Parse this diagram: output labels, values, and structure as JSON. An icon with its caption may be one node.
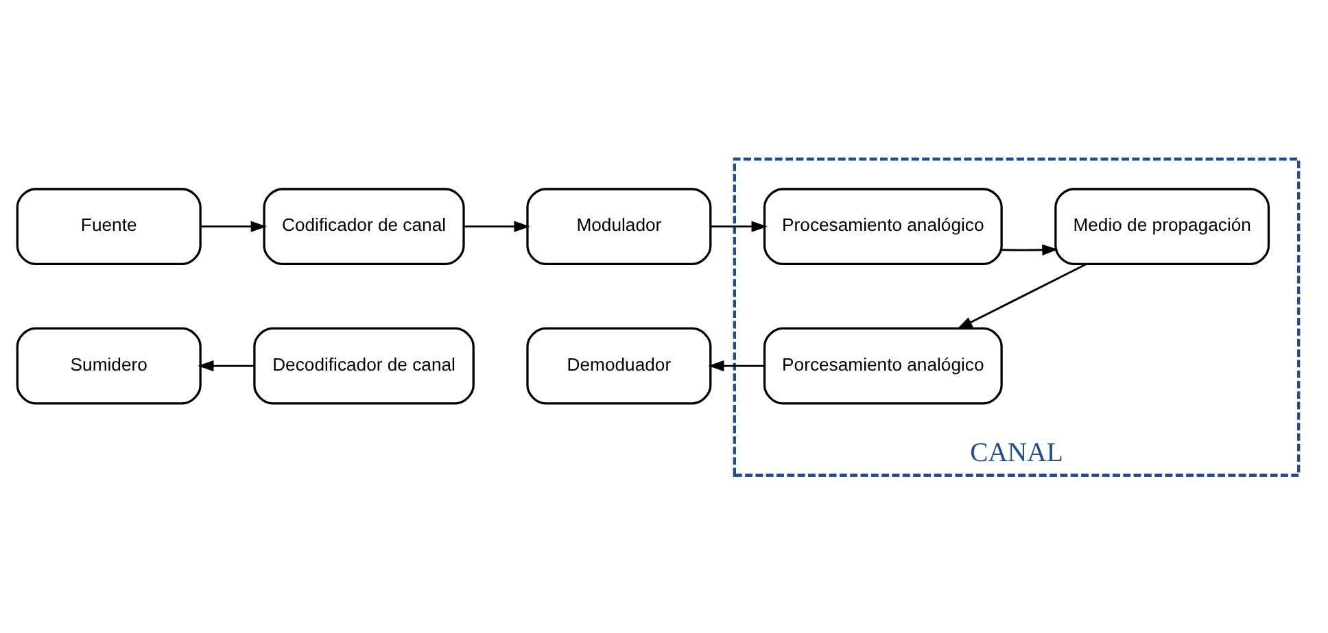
{
  "diagram": {
    "nodes": [
      {
        "text": [
          "Fuente"
        ]
      },
      {
        "text": [
          "Codificador de canal"
        ]
      },
      {
        "text": [
          "Modulador"
        ]
      },
      {
        "text": [
          "CANAL"
        ]
      },
      {
        "text": [
          "Procesamiento analógico"
        ],
        "in": 3
      },
      {
        "text": [
          "Medio de propagación"
        ],
        "in": 3
      },
      {
        "text": [
          "Porcesamiento analógico"
        ],
        "in": 3
      },
      {
        "text": [
          "Sumidero"
        ]
      },
      {
        "text": [
          "Decodificador de canal"
        ]
      },
      {
        "text": [
          "Demoduador"
        ]
      }
    ],
    "edges": [
      {
        "from": 0,
        "to": 1,
        "arrow": "to"
      },
      {
        "from": 1,
        "to": 2,
        "arrow": "to"
      },
      {
        "from": 2,
        "to": 4,
        "arrow": "to"
      },
      {
        "from": 4,
        "to": 5,
        "arrow": "to"
      },
      {
        "from": 5,
        "to": 6,
        "arrow": "to"
      },
      {
        "from": 6,
        "to": 9,
        "arrow": "to"
      },
      {
        "from": 8,
        "to": 7,
        "arrow": "to"
      }
    ]
  }
}
